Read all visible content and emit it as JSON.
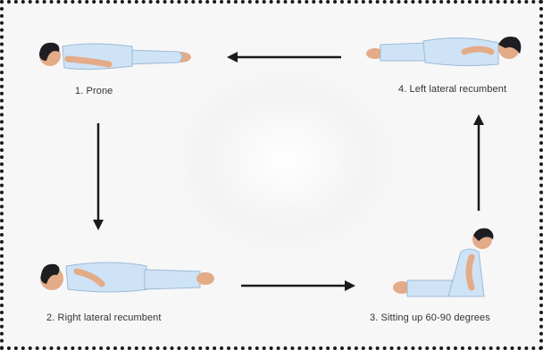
{
  "positions": [
    {
      "id": "prone",
      "label": "1. Prone"
    },
    {
      "id": "right-lateral",
      "label": "2. Right lateral recumbent"
    },
    {
      "id": "sitting",
      "label": "3. Sitting up 60-90 degrees"
    },
    {
      "id": "left-lateral",
      "label": "4. Left lateral recumbent"
    }
  ],
  "colors": {
    "gown": "#cfe3f6",
    "gown_stroke": "#9bbad8",
    "skin": "#e3ab87",
    "hair": "#1e1e22",
    "arrow": "#1a1a1a"
  }
}
